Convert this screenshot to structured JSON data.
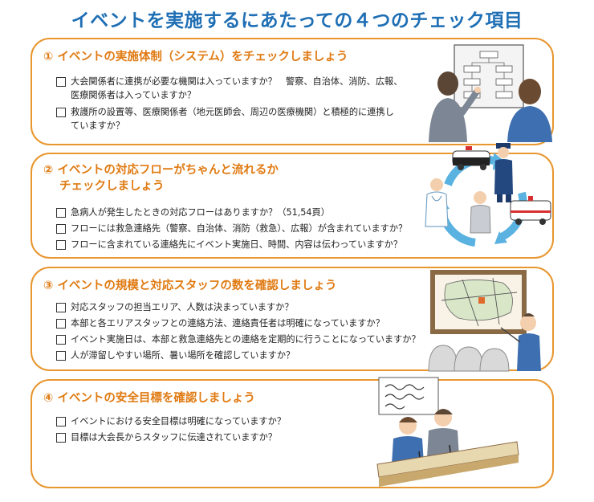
{
  "title": "イベントを実施するにあたっての４つのチェック項目",
  "sections": [
    {
      "heading_lines": [
        "① イベントの実施体制（システム）をチェックしましょう"
      ],
      "items": [
        {
          "lines": [
            "大会関係者に連携が必要な機関は入っていますか？　警察、自治体、消防、広報、",
            "医療関係者は入っていますか？"
          ]
        },
        {
          "lines": [
            "救護所の設置等、医療関係者（地元医師会、周辺の医療機関）と積極的に連携し",
            "ていますか？"
          ]
        }
      ]
    },
    {
      "heading_lines": [
        "② イベントの対応フローがちゃんと流れるか",
        "チェックしましょう"
      ],
      "items": [
        {
          "lines": [
            "急病人が発生したときの対応フローはありますか？（51,54頁）"
          ]
        },
        {
          "lines": [
            "フローには救急連絡先（警察、自治体、消防（救急）、広報）が含まれていますか？"
          ]
        },
        {
          "lines": [
            "フローに含まれている連絡先にイベント実施日、時間、内容は伝わっていますか？"
          ]
        }
      ]
    },
    {
      "heading_lines": [
        "③ イベントの規模と対応スタッフの数を確認しましょう"
      ],
      "items": [
        {
          "lines": [
            "対応スタッフの担当エリア、人数は決まっていますか？"
          ]
        },
        {
          "lines": [
            "本部と各エリアスタッフとの連絡方法、連絡責任者は明確になっていますか？"
          ]
        },
        {
          "lines": [
            "イベント実施日は、本部と救急連絡先との連絡を定期的に行うことになっていますか？"
          ]
        },
        {
          "lines": [
            "人が滞留しやすい場所、暑い場所を確認していますか？"
          ]
        }
      ]
    },
    {
      "heading_lines": [
        "④ イベントの安全目標を確認しましょう"
      ],
      "items": [
        {
          "lines": [
            "イベントにおける安全目標は明確になっていますか？"
          ]
        },
        {
          "lines": [
            "目標は大会長からスタッフに伝達されていますか？"
          ]
        }
      ]
    }
  ],
  "colors": {
    "title": "#1f6fb5",
    "heading": "#e07a12",
    "border": "#e8962e"
  },
  "illustrations": [
    "org-chart-meeting-illustration",
    "emergency-flow-cycle-illustration",
    "area-map-briefing-illustration",
    "safety-goal-conference-illustration"
  ]
}
